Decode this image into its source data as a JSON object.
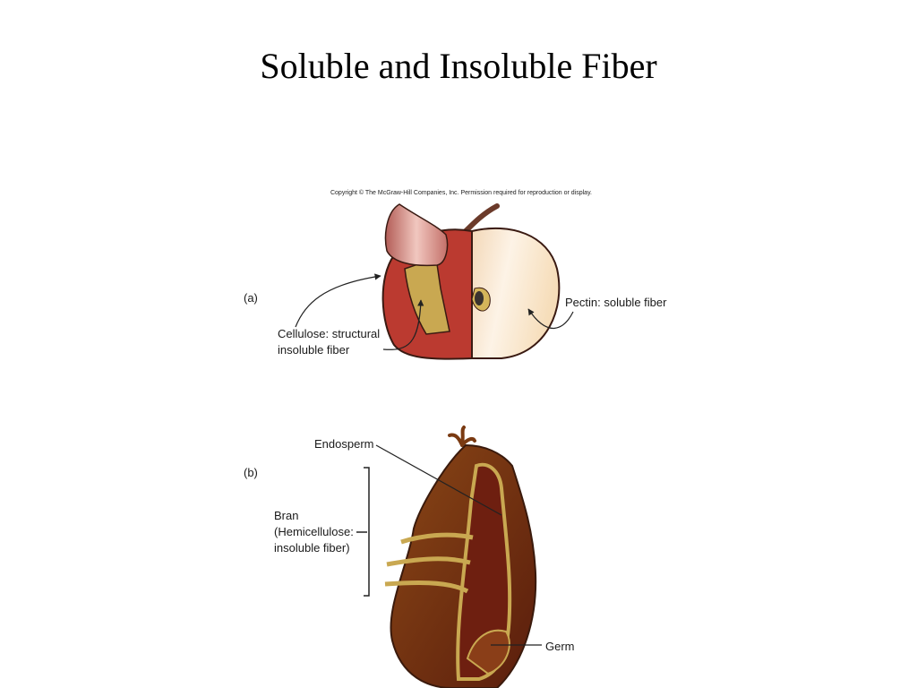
{
  "slide": {
    "title": "Soluble and Insoluble Fiber",
    "copyright": "Copyright © The McGraw-Hill Companies, Inc. Permission required for reproduction or display."
  },
  "panel_a": {
    "letter": "(a)",
    "cellulose_label": [
      "Cellulose:  structural",
      "insoluble fiber"
    ],
    "pectin_label": "Pectin:  soluble fiber"
  },
  "panel_b": {
    "letter": "(b)",
    "endosperm_label": "Endosperm",
    "bran_label": [
      "Bran",
      "(Hemicellulose:",
      "insoluble fiber)"
    ],
    "germ_label": "Germ"
  }
}
